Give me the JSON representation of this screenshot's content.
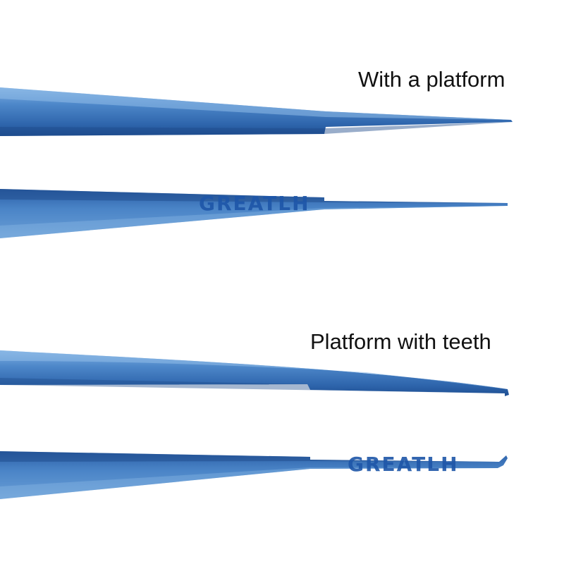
{
  "captions": {
    "top": "With a platform",
    "bottom": "Platform with teeth"
  },
  "watermark": "GREATLH",
  "colors": {
    "background": "#ffffff",
    "blade_light": "#6aa0d8",
    "blade_mid": "#3f7bc2",
    "blade_dark": "#1f4f92",
    "caption_text": "#111111",
    "watermark": "#1e56a8"
  },
  "tweezer_tips": [
    {
      "group": "top",
      "tip": "with-platform"
    },
    {
      "group": "top",
      "tip": "with-platform"
    },
    {
      "group": "bottom",
      "tip": "platform-with-teeth"
    },
    {
      "group": "bottom",
      "tip": "platform-with-teeth"
    }
  ]
}
